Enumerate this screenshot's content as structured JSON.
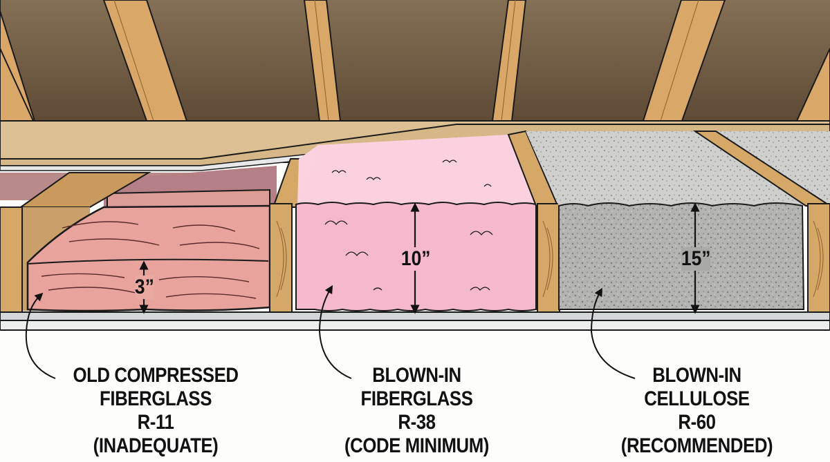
{
  "diagram": {
    "subject": "Attic insulation comparison cross-section",
    "colors": {
      "roof_deck": "#6e5842",
      "rafter_wood": "#d9a869",
      "ceiling_joist_top": "#dcbf93",
      "drywall": "#d8dadb",
      "old_fiberglass": "#e8a49c",
      "blown_fiberglass": "#f5b8cc",
      "cellulose": "#a8a8a6",
      "outline": "#1a1a1a",
      "text": "#111111"
    },
    "sections": [
      {
        "id": "old-fiberglass",
        "depth_label": "3”",
        "label_lines": [
          "OLD COMPRESSED",
          "FIBERGLASS",
          "R-11",
          "(INADEQUATE)"
        ],
        "material": "Old compressed fiberglass batts",
        "r_value": "R-11",
        "depth_inches": 3,
        "rating": "INADEQUATE"
      },
      {
        "id": "blown-fiberglass",
        "depth_label": "10”",
        "label_lines": [
          "BLOWN-IN",
          "FIBERGLASS",
          "R-38",
          "(CODE MINIMUM)"
        ],
        "material": "Blown-in fiberglass",
        "r_value": "R-38",
        "depth_inches": 10,
        "rating": "CODE MINIMUM"
      },
      {
        "id": "blown-cellulose",
        "depth_label": "15”",
        "label_lines": [
          "BLOWN-IN",
          "CELLULOSE",
          "R-60",
          "(RECOMMENDED)"
        ],
        "material": "Blown-in cellulose",
        "r_value": "R-60",
        "depth_inches": 15,
        "rating": "RECOMMENDED"
      }
    ]
  }
}
